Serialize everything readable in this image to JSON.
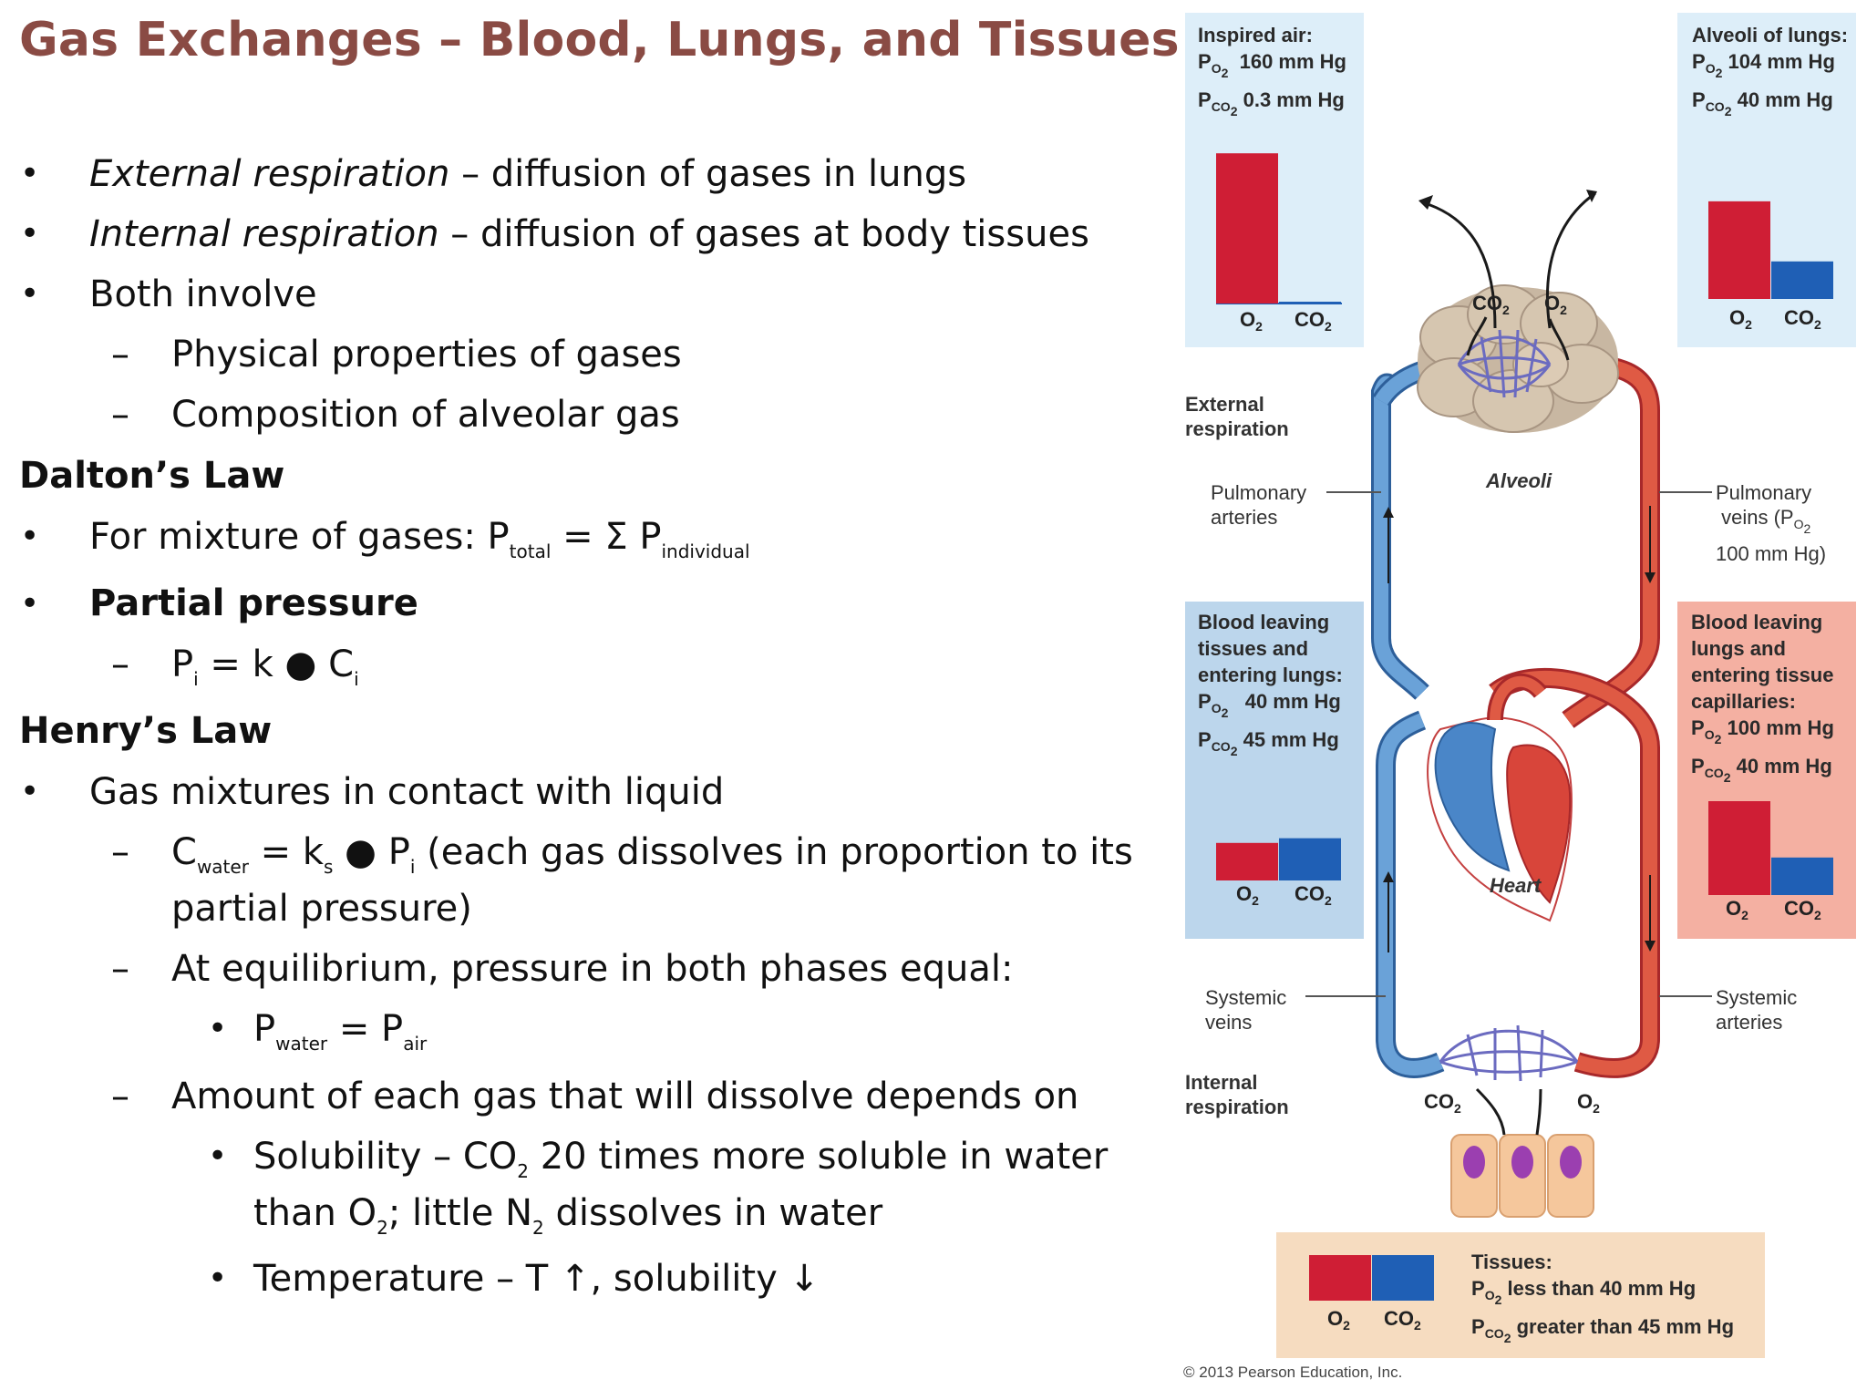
{
  "title": "Gas Exchanges – Blood, Lungs, and Tissues",
  "bullets": {
    "b1_term": "External respiration",
    "b1_rest": " – diffusion of gases in lungs",
    "b2_term": "Internal respiration",
    "b2_rest": " – diffusion of gases at body tissues",
    "b3": "Both involve",
    "b3a": "Physical properties of gases",
    "b3b": "Composition of alveolar gas",
    "dalton_head": "Dalton’s Law",
    "dalton_1a": "For mixture of gases: P",
    "dalton_1_sub1": "total",
    "dalton_1b": " = Σ P",
    "dalton_1_sub2": "individual",
    "partial_head": "Partial pressure",
    "pi_a": "P",
    "pi_sub": "i",
    "pi_b": " = k ● C",
    "ci_sub": "i",
    "henry_head": "Henry’s Law",
    "henry_1": "Gas mixtures in contact with liquid",
    "henry_2a": "C",
    "henry_2_sub1": "water",
    "henry_2b": " = k",
    "henry_2_sub2": "s",
    "henry_2c": " ● P",
    "henry_2_sub3": "i",
    "henry_2d": " (each gas dissolves in proportion to its",
    "henry_2e": "partial pressure)",
    "henry_3": "At equilibrium, pressure in both phases equal:",
    "henry_3a_a": "P",
    "henry_3a_sub1": "water",
    "henry_3a_b": " = P",
    "henry_3a_sub2": "air",
    "henry_4": "Amount of each gas that will dissolve depends on",
    "sol_a": "Solubility – CO",
    "sol_sub": "2",
    "sol_b": " 20 times more soluble in water",
    "sol_c": "than O",
    "sol_sub2": "2",
    "sol_d": "; little N",
    "sol_sub3": "2",
    "sol_e": " dissolves in water",
    "temp": "Temperature – T ↑, solubility ↓"
  },
  "figure": {
    "inspired": {
      "head": "Inspired air:",
      "po2": "160 mm Hg",
      "pco2": "0.3 mm Hg",
      "o2_mmhg": 160,
      "co2_mmhg": 0.3
    },
    "alveoli_box": {
      "head": "Alveoli of lungs:",
      "po2": "104 mm Hg",
      "pco2": "40 mm Hg",
      "o2_mmhg": 104,
      "co2_mmhg": 40
    },
    "leaving_tissues": {
      "l1": "Blood leaving",
      "l2": "tissues and",
      "l3": "entering lungs:",
      "po2": "40 mm Hg",
      "pco2": "45 mm Hg",
      "o2_mmhg": 40,
      "co2_mmhg": 45
    },
    "leaving_lungs": {
      "l1": "Blood leaving",
      "l2": "lungs and",
      "l3": "entering tissue",
      "l4": "capillaries:",
      "po2": "100 mm Hg",
      "pco2": "40 mm Hg",
      "o2_mmhg": 100,
      "co2_mmhg": 40
    },
    "tissues": {
      "head": "Tissues:",
      "po2": "less than 40 mm Hg",
      "pco2": "greater than 45 mm Hg"
    },
    "labels": {
      "external1": "External",
      "external2": "respiration",
      "internal1": "Internal",
      "internal2": "respiration",
      "pulm_art1": "Pulmonary",
      "pulm_art2": "arteries",
      "pulm_vein1": "Pulmonary",
      "pulm_vein2": "veins (P",
      "pulm_vein3": "100 mm Hg)",
      "sys_vein1": "Systemic",
      "sys_vein2": "veins",
      "sys_art1": "Systemic",
      "sys_art2": "arteries",
      "alveoli": "Alveoli",
      "heart": "Heart",
      "o2": "O",
      "co2": "CO",
      "two": "2",
      "p": "P"
    },
    "copyright": "© 2013 Pearson Education, Inc.",
    "colors": {
      "o2_bar": "#cf1e35",
      "co2_bar": "#1f5fb5",
      "artery": "#d8453a",
      "vein": "#4a86c8",
      "panel_light_blue": "#ddeef9",
      "panel_blue": "#bcd6ec",
      "panel_pink": "#f4b0a2",
      "panel_peach": "#f6dcc0"
    }
  }
}
